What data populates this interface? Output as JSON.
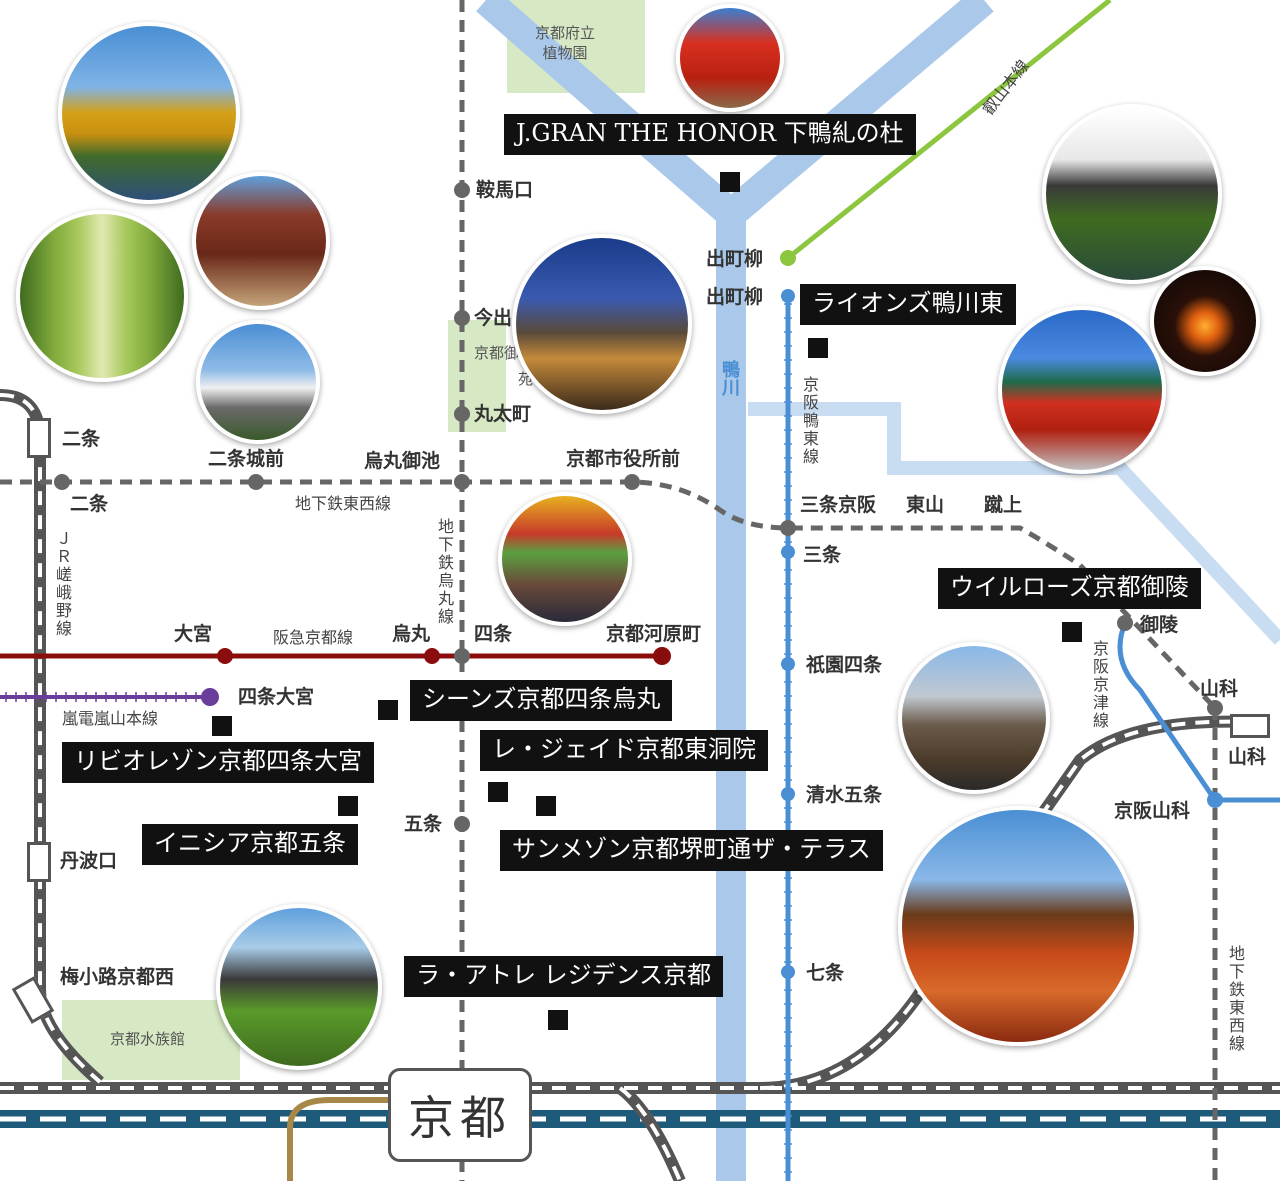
{
  "colors": {
    "kamogawa": "#a9c8ea",
    "keihan_line": "#4a8fd4",
    "eizan_line": "#8cc63f",
    "hankyu_line": "#8a0c0c",
    "randen_line": "#6a3d9a",
    "jr_line": "#555555",
    "subway_line": "#666666",
    "shinkansen_line": "#1e5b7a",
    "kintetsu_line": "#a88848",
    "park": "#d6e8c4",
    "property_label_bg": "#111111"
  },
  "parks": {
    "botanical": "京都府立\n植物園",
    "aquarium": "京都水族館",
    "gosho_a": "京都御",
    "gosho_b": "苑"
  },
  "river": {
    "kamo": "鴨川"
  },
  "lines": {
    "eizan": "叡山本線",
    "keihan_oto": "京阪鴨東線",
    "subway_tozai_top": "地下鉄東西線",
    "subway_karasuma": "地下鉄烏丸線",
    "jr_sagano": "ＪＲ嵯峨野線",
    "hankyu": "阪急京都線",
    "randen": "嵐電嵐山本線",
    "keihan_keishin": "京阪京津線",
    "subway_tozai_right": "地下鉄東西線"
  },
  "stations": {
    "kuramaguchi": "鞍馬口",
    "imadegawa": "今出川",
    "marutamachi": "丸太町",
    "karasuma_oike": "烏丸御池",
    "nijojo_mae": "二条城前",
    "kyoto_shiyakusho": "京都市役所前",
    "nijo_jr": "二条",
    "nijo_subway": "二条",
    "sanjo_keihan": "三条京阪",
    "higashiyama": "東山",
    "keage": "蹴上",
    "sanjo": "三条",
    "demachiyanagi_eizan": "出町柳",
    "demachiyanagi_keihan": "出町柳",
    "omiya": "大宮",
    "karasuma": "烏丸",
    "shijo": "四条",
    "kawaramachi": "京都河原町",
    "shijo_omiya": "四条大宮",
    "gion_shijo": "祇園四条",
    "kiyomizu_gojo": "清水五条",
    "shichijo": "七条",
    "gojo": "五条",
    "tambaguchi": "丹波口",
    "umekoji": "梅小路京都西",
    "misasagi": "御陵",
    "yamashina_subway": "山科",
    "yamashina_jr": "山科",
    "keihan_yamashina": "京阪山科",
    "kyoto": "京都"
  },
  "properties": [
    "J.GRAN THE HONOR 下鴨糺の杜",
    "ライオンズ鴨川東",
    "ウイルローズ京都御陵",
    "シーンズ京都四条烏丸",
    "リビオレゾン京都四条大宮",
    "レ・ジェイド京都東洞院",
    "イニシア京都五条",
    "サンメゾン京都堺町通ザ・テラス",
    "ラ・アトレ レジデンス京都"
  ],
  "photos": [
    "kinkakuji-photo",
    "kitano-tenmangu-photo",
    "arashiyama-bamboo-photo",
    "nijo-castle-photo",
    "shimogamo-shrine-photo",
    "yasaka-street-photo",
    "ginkakuji-photo",
    "daimonji-photo",
    "heian-shrine-photo",
    "nishiki-market-photo",
    "ninenzaka-photo",
    "kiyomizudera-photo",
    "toji-pagoda-photo"
  ]
}
